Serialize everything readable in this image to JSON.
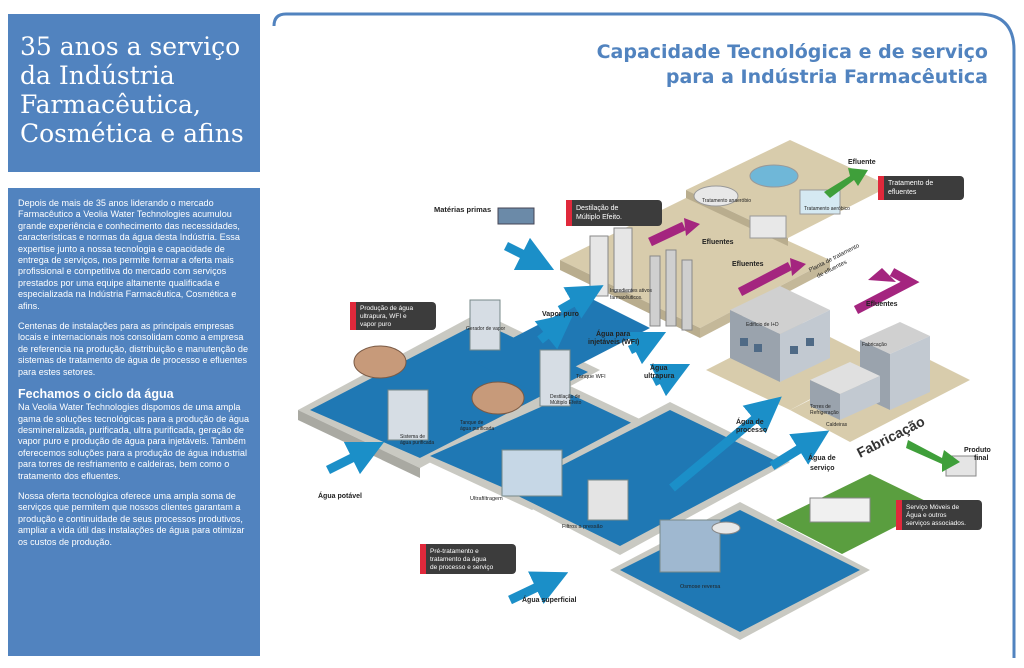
{
  "left": {
    "title": "35 anos a serviço da Indústria Farmacêutica, Cosmética e afins",
    "paragraph1": "Depois de mais de 35 anos liderando o mercado Farmacêutico a Veolia Water Technologies acumulou grande experiência e conhecimento das necessidades, características e normas da água desta Indústria. Essa expertise junto a nossa tecnologia e capacidade de entrega de serviços, nos permite formar a oferta mais profissional e competitiva do mercado com serviços prestados por uma equipe altamente qualificada e especializada na Indústria Farmacêutica, Cosmética e afins.",
    "paragraph2": "Centenas de instalações para as principais empresas locais e internacionais nos consolidam como a empresa de referencia na produção, distribuição e manutenção de sistemas de tratamento de água de processo e efluentes para estes setores.",
    "heading": "Fechamos o ciclo da água",
    "paragraph3": "Na Veolia Water Technologies dispomos de uma ampla gama de soluções tecnológicas para a produção de água desmineralizada, purificada, ultra purificada, geração de vapor puro e produção de água para injetáveis. Também oferecemos soluções para a produção de água industrial para torres de resfriamento e caldeiras, bem como o tratamento dos efluentes.",
    "paragraph4": "Nossa oferta tecnológica oferece uma ampla soma de serviços que permitem que nossos clientes garantam a produção e continuidade de seus processos produtivos, ampliar a vida útil das instalações de água para otimizar os custos de produção."
  },
  "diagram": {
    "title_line1": "Capacidade Tecnológica e de serviço",
    "title_line2": "para a Indústria Farmacêutica",
    "labels": {
      "materias_primas": "Matérias primas",
      "destilacao_multiplo_l1": "Destilação de",
      "destilacao_multiplo_l2": "Múltiplo Efeito.",
      "efluente": "Efluente",
      "tratamento_efluentes_l1": "Tratamento de",
      "tratamento_efluentes_l2": "efluentes",
      "tratamento_anaerobio": "Tratamento anaeróbio",
      "tratamento_aerobio": "Tratamento aeróbico",
      "efluentes_1": "Efluentes",
      "efluentes_2": "Efluentes",
      "efluentes_3": "Efluentes",
      "planta_tratamento_l1": "Planta de tratamento",
      "planta_tratamento_l2": "de efluentes",
      "ingredientes_l1": "Ingredientes ativos",
      "ingredientes_l2": "farmacêuticos.",
      "producao_agua_l1": "Produção de água",
      "producao_agua_l2": "ultrapura, WFI e",
      "producao_agua_l3": "vapor puro",
      "gerador_vapor": "Gerador de vapor",
      "vapor_puro": "Vapor puro",
      "agua_injetaveis_l1": "Água para",
      "agua_injetaveis_l2": "injetáveis (WFI)",
      "edificio_id": "Edifício de I+D",
      "fabricacao_small": "Fabricação",
      "tanque_wfi": "Tanque WFI",
      "agua_ultrapura_l1": "Água",
      "agua_ultrapura_l2": "ultrapura",
      "destilacao_small_l1": "Destilação de",
      "destilacao_small_l2": "Múltiplo Efeito",
      "tanque_purificada_l1": "Tanque de",
      "tanque_purificada_l2": "água purificada",
      "sistema_purificada_l1": "Sistema de",
      "sistema_purificada_l2": "água purificada",
      "torres_l1": "Torres de",
      "torres_l2": "Refrigeração",
      "caldeiras": "Caldeiras",
      "fabricacao_big": "Fabricação",
      "agua_processo_l1": "Água de",
      "agua_processo_l2": "processo",
      "produto_final_l1": "Produto",
      "produto_final_l2": "final",
      "agua_servico_l1": "Água de",
      "agua_servico_l2": "serviço",
      "agua_potavel": "Água potável",
      "ultrafiltragem": "Ultrafiltragem",
      "filtros_pressao": "Filtros a pressão",
      "servico_moveis_l1": "Serviço Móveis de",
      "servico_moveis_l2": "Água e outros",
      "servico_moveis_l3": "serviços associados.",
      "pre_tratamento_l1": "Pré-tratamento e",
      "pre_tratamento_l2": "tratamento da água",
      "pre_tratamento_l3": "de processo e serviço",
      "osmose_reversa": "Osmose reversa",
      "agua_superficial": "Água superficial"
    }
  },
  "colors": {
    "brand_blue": "#5183bf",
    "water_blue": "#1f78b4",
    "platform_gray": "#d8d8d0",
    "arrow_blue": "#1b8fc8",
    "arrow_magenta": "#a4257f",
    "arrow_green": "#3f9f3a",
    "callout_dark": "#3c3c3c",
    "callout_red": "#e0293b"
  }
}
